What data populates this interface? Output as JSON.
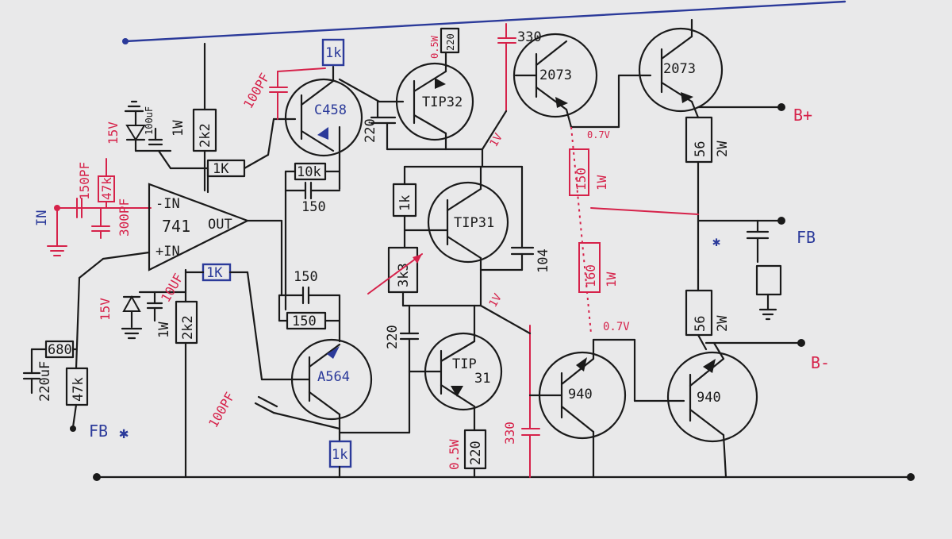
{
  "colors": {
    "ink": "#1a1a1a",
    "blue": "#2b3a9a",
    "red": "#d6224a",
    "paper": "#e9e9ea"
  },
  "transistors": {
    "q1": "C458",
    "q2": "TIP32",
    "q3": "2073",
    "q4": "2073",
    "q5": "TIP31",
    "q6a": "TIP",
    "q6b": "31",
    "q7": "A564",
    "q8": "940",
    "q9": "940"
  },
  "opamp": {
    "minus": "-IN",
    "plus": "+IN",
    "part": "741",
    "out": "OUT"
  },
  "resistors": {
    "r_1k_top": "1k",
    "r_220_top": "220",
    "r_2k2_a": "2k2",
    "r_1k_mid": "1K",
    "r_10k": "10k",
    "r_47k_in": "47k",
    "r_1k_left": "1k",
    "r_3k3": "3k3",
    "r_150_mid": "150",
    "r_150_low": "150",
    "r_1k_opm": "1K",
    "r_2k2_b": "2k2",
    "r_680": "680",
    "r_47k_fb": "47k",
    "r_1k_bot": "1k",
    "r_220_bot": "220",
    "r_56_top": "56",
    "r_150_red": "150",
    "r_160_red": "160",
    "r_56_bot": "56"
  },
  "capacitors": {
    "c_100pf_top": "100PF",
    "c_220_top": "220",
    "c_330_top": "330",
    "c_150_fb": "150",
    "c_150pf_in": "150PF",
    "c_300pf": "300PF",
    "c_104": "104",
    "c_150_low": "150",
    "c_220_mid": "220",
    "c_100pf_bot": "100PF",
    "c_330_bot": "330",
    "c_220uf": "220uF",
    "c_100uf_top": "100uF",
    "c_100uf_bot": "10UF"
  },
  "labels": {
    "in": "IN",
    "fb_left": "FB",
    "fb_right": "FB",
    "bplus": "B+",
    "bminus": "B-",
    "v_15_top": "15V",
    "v_15_bot": "15V",
    "w_1w_top": "1W",
    "w_1w_bot": "1W",
    "w_05_top": "0.5W",
    "w_05_bot": "0.5W",
    "w_2w_top": "2W",
    "w_2w_bot": "2W",
    "w_1w_150": "1W",
    "w_1w_160": "1W",
    "v_1v_top": "1V",
    "v_1v_mid": "1V",
    "v_067": "0.7V",
    "v_07": "0.7V"
  }
}
